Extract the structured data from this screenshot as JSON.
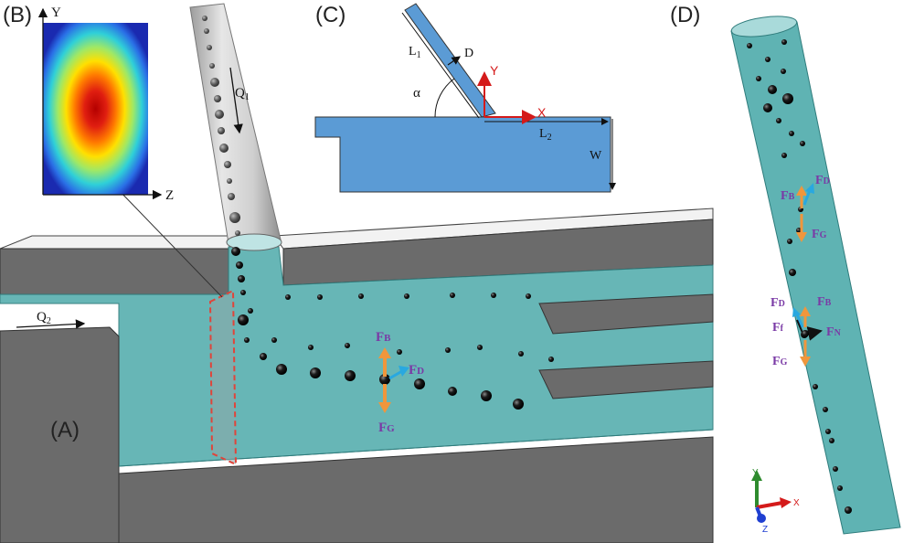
{
  "panels": {
    "a": "(A)",
    "b": "(B)",
    "c": "(C)",
    "d": "(D)"
  },
  "panel_b": {
    "axis_y": "Y",
    "axis_z": "Z"
  },
  "panel_a": {
    "inlet_flow": "Q",
    "inlet_flow_sub": "1",
    "cross_flow": "Q",
    "cross_flow_sub": "2",
    "force_buoyancy": "F",
    "force_buoyancy_sub": "B",
    "force_drag": "F",
    "force_drag_sub": "D",
    "force_gravity": "F",
    "force_gravity_sub": "G"
  },
  "panel_c": {
    "length_inlet": "L",
    "length_inlet_sub": "1",
    "diameter": "D",
    "angle": "α",
    "axis_y": "Y",
    "axis_x": "X",
    "length_channel": "L",
    "length_channel_sub": "2",
    "width": "W"
  },
  "panel_d": {
    "force_drag": "F",
    "force_drag_sub": "D",
    "force_buoyancy": "F",
    "force_buoyancy_sub": "B",
    "force_gravity": "F",
    "force_gravity_sub": "G",
    "force_drag_2": "F",
    "force_drag_2_sub": "D",
    "force_buoyancy_2": "F",
    "force_buoyancy_2_sub": "B",
    "force_friction": "F",
    "force_friction_sub": "f",
    "force_normal": "F",
    "force_normal_sub": "N",
    "force_gravity_2": "F",
    "force_gravity_2_sub": "G",
    "triad_y": "Y",
    "triad_x": "X",
    "triad_z": "Z"
  },
  "colors": {
    "fluid": "#5fb3b3",
    "wall": "#6b6b6b",
    "wall_top": "#f2f2f2",
    "pipe": "#cfcfcf",
    "geometry": "#5b9bd5",
    "force_arrow_vertical": "#f0963c",
    "force_arrow_drag": "#29a8e0",
    "force_label": "#7a3aa6",
    "axis_red": "#d41a1a"
  }
}
